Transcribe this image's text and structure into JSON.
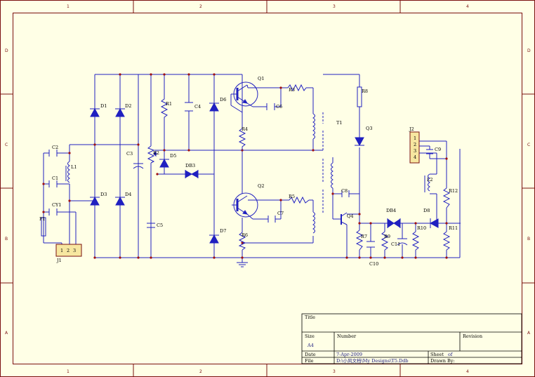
{
  "colors": {
    "background": "#ffffe6",
    "wire": "#2020c0",
    "frame": "#7a1010",
    "component_fill": "#2020c0",
    "connector_fill": "#f7e7a0"
  },
  "zones": {
    "columns": [
      "1",
      "2",
      "3",
      "4"
    ],
    "rows": [
      "D",
      "C",
      "B",
      "A"
    ]
  },
  "components": {
    "D1": "D1",
    "D2": "D2",
    "D3": "D3",
    "D4": "D4",
    "D5": "D5",
    "D6": "D6",
    "D7": "D7",
    "D8": "D8",
    "DB3": "DB3",
    "DB4": "DB4",
    "Q1": "Q1",
    "Q2": "Q2",
    "Q3": "Q3",
    "Q4": "Q4",
    "R1": "R1",
    "R2": "R2",
    "R3": "R3",
    "R4": "R4",
    "R5": "R5",
    "R6": "R6",
    "R7": "R7",
    "R8": "R8",
    "R9": "R9",
    "R10": "R10",
    "R11": "R11",
    "R12": "R12",
    "C1": "C1",
    "C2": "C2",
    "C3": "C3",
    "C4": "C4",
    "C5": "C5",
    "C6": "C6",
    "C7": "C7",
    "C8": "C8",
    "C9": "C9",
    "C10": "C10",
    "C11": "C11",
    "CY1": "CY1",
    "L1": "L1",
    "L2": "L2",
    "T1": "T1",
    "F1": "F1",
    "J1": "J1",
    "J2": "J2"
  },
  "j1_pins": [
    "1",
    "2",
    "3"
  ],
  "j2_pins": [
    "1",
    "2",
    "3",
    "4"
  ],
  "title_block": {
    "title_label": "Title",
    "size_label": "Size",
    "size_value": "A4",
    "number_label": "Number",
    "revision_label": "Revision",
    "date_label": "Date",
    "date_value": "7-Apr-2009",
    "file_label": "File",
    "file_value": "D:\\小风文档\\My Designs\\T5.Ddb",
    "sheet_label": "Sheet",
    "sheet_value": "of",
    "drawn_label": "Drawn By:"
  }
}
